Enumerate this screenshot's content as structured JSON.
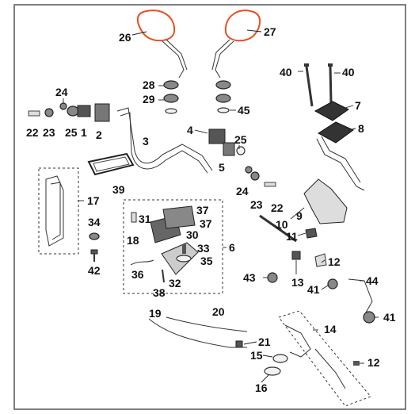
{
  "diagram": {
    "labels": {
      "l1": "1",
      "l2": "2",
      "l3": "3",
      "l4": "4",
      "l5": "5",
      "l6": "6",
      "l7": "7",
      "l8": "8",
      "l9": "9",
      "l10": "10",
      "l11": "11",
      "l12a": "12",
      "l12b": "12",
      "l13": "13",
      "l14": "14",
      "l15": "15",
      "l16": "16",
      "l17": "17",
      "l18": "18",
      "l19": "19",
      "l20": "20",
      "l21": "21",
      "l22a": "22",
      "l22b": "22",
      "l23a": "23",
      "l23b": "23",
      "l24a": "24",
      "l24b": "24",
      "l25a": "25",
      "l25b": "25",
      "l26": "26",
      "l27": "27",
      "l28": "28",
      "l29": "29",
      "l30": "30",
      "l31": "31",
      "l32": "32",
      "l33": "33",
      "l34": "34",
      "l35": "35",
      "l36": "36",
      "l37a": "37",
      "l37b": "37",
      "l38": "38",
      "l39": "39",
      "l40a": "40",
      "l40b": "40",
      "l41a": "41",
      "l41b": "41",
      "l42": "42",
      "l43": "43",
      "l44": "44",
      "l45": "45"
    },
    "colors": {
      "mirror_highlight": "#e8501f",
      "ink": "#222222",
      "frame": "#555555"
    }
  }
}
